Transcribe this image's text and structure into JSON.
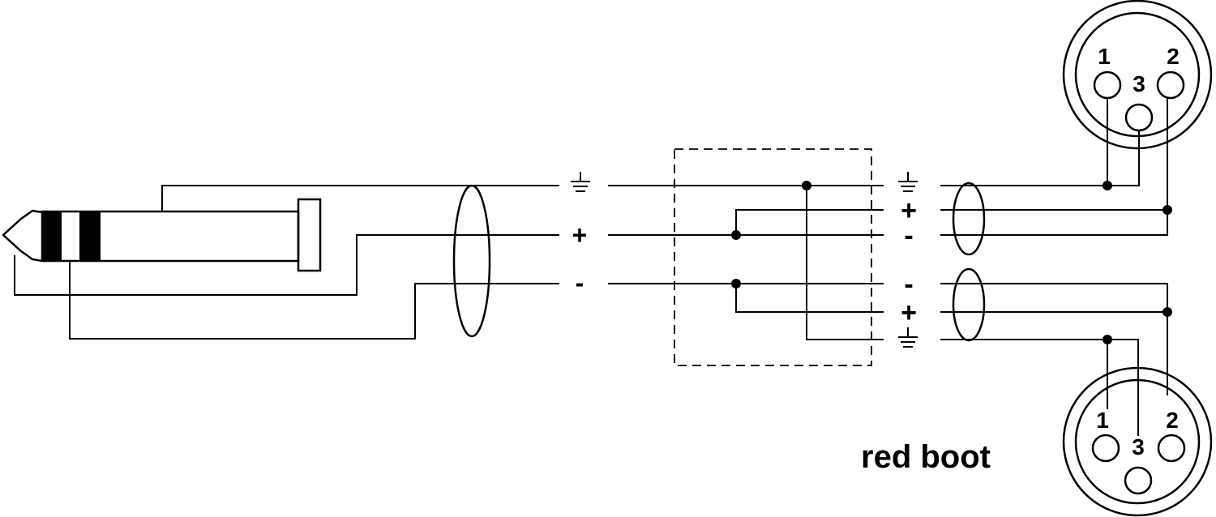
{
  "labels": {
    "caption": "red boot",
    "jack_plus": "+",
    "jack_minus": "-",
    "split_top_plus": "+",
    "split_top_minus": "-",
    "split_bottom_minus": "-",
    "split_bottom_plus": "+"
  },
  "xlr_top": {
    "pin1": "1",
    "pin2": "2",
    "pin3": "3"
  },
  "xlr_bottom": {
    "pin1": "1",
    "pin2": "2",
    "pin3": "3"
  },
  "icons": [
    "ground-symbol",
    "junction-dot",
    "cable-shield-ellipse"
  ],
  "colors": {
    "line": "#000000",
    "background": "#ffffff"
  }
}
